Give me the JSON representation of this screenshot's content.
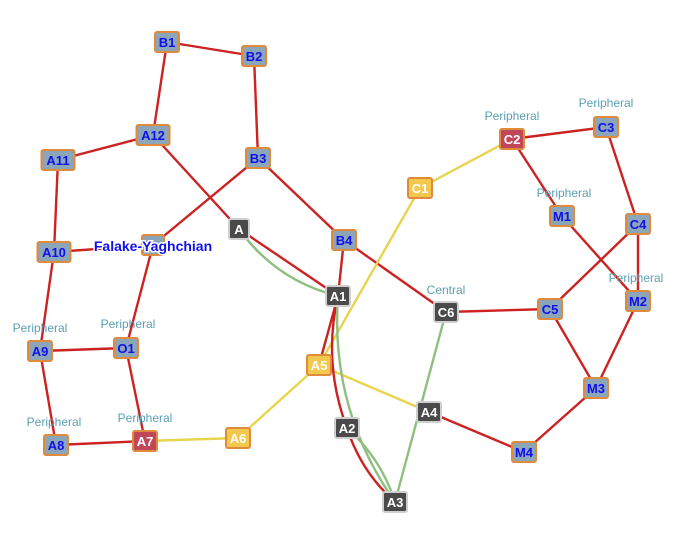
{
  "colors": {
    "red_edge": "#cc2222",
    "yellow_edge": "#e8d44d",
    "green_edge": "#8fbf7f",
    "blue_text": "#1010ee",
    "white_text": "#ffffff",
    "tag_text": "#5b9fb3",
    "orange_border": "#e08a3c"
  },
  "styles": {
    "blue": {
      "fill": "#8aa6b8",
      "stroke": "#e08a3c",
      "text": "#1010ee"
    },
    "yellow": {
      "fill": "#f2c94c",
      "stroke": "#e08a3c",
      "text": "#ffffff"
    },
    "red": {
      "fill": "#c0465a",
      "stroke": "#e08a3c",
      "text": "#ffffff"
    },
    "dark": {
      "fill": "#4a4a4a",
      "stroke": "#cfcfcf",
      "text": "#ffffff"
    }
  },
  "nodes": [
    {
      "id": "B1",
      "label": "B1",
      "style": "blue"
    },
    {
      "id": "B2",
      "label": "B2",
      "style": "blue"
    },
    {
      "id": "A12",
      "label": "A12",
      "style": "blue"
    },
    {
      "id": "A11",
      "label": "A11",
      "style": "blue"
    },
    {
      "id": "B3",
      "label": "B3",
      "style": "blue"
    },
    {
      "id": "A10",
      "label": "A10",
      "style": "blue"
    },
    {
      "id": "FY",
      "label": "",
      "style": "blue"
    },
    {
      "id": "A",
      "label": "A",
      "style": "dark"
    },
    {
      "id": "B4",
      "label": "B4",
      "style": "blue"
    },
    {
      "id": "A1",
      "label": "A1",
      "style": "dark"
    },
    {
      "id": "C1",
      "label": "C1",
      "style": "yellow"
    },
    {
      "id": "C2",
      "label": "C2",
      "style": "red",
      "tag": "Peripheral"
    },
    {
      "id": "C3",
      "label": "C3",
      "style": "blue",
      "tag": "Peripheral"
    },
    {
      "id": "M1",
      "label": "M1",
      "style": "blue",
      "tag": "Peripheral"
    },
    {
      "id": "C4",
      "label": "C4",
      "style": "blue"
    },
    {
      "id": "M2",
      "label": "M2",
      "style": "blue",
      "tag": "Peripheral"
    },
    {
      "id": "C6",
      "label": "C6",
      "style": "dark",
      "tag": "Central"
    },
    {
      "id": "C5",
      "label": "C5",
      "style": "blue"
    },
    {
      "id": "A9",
      "label": "A9",
      "style": "blue",
      "tag": "Peripheral"
    },
    {
      "id": "O1",
      "label": "O1",
      "style": "blue",
      "tag": "Peripheral"
    },
    {
      "id": "A5",
      "label": "A5",
      "style": "yellow"
    },
    {
      "id": "M3",
      "label": "M3",
      "style": "blue"
    },
    {
      "id": "A4",
      "label": "A4",
      "style": "dark"
    },
    {
      "id": "A2",
      "label": "A2",
      "style": "dark"
    },
    {
      "id": "A8",
      "label": "A8",
      "style": "blue",
      "tag": "Peripheral"
    },
    {
      "id": "A7",
      "label": "A7",
      "style": "red",
      "tag": "Peripheral"
    },
    {
      "id": "A6",
      "label": "A6",
      "style": "yellow"
    },
    {
      "id": "M4",
      "label": "M4",
      "style": "blue"
    },
    {
      "id": "A3",
      "label": "A3",
      "style": "dark"
    }
  ],
  "featured_label": "Falake-Yaghchian",
  "edges": [
    {
      "from": "B1",
      "to": "B2",
      "color": "red"
    },
    {
      "from": "B1",
      "to": "A12",
      "color": "red"
    },
    {
      "from": "B2",
      "to": "B3",
      "color": "red"
    },
    {
      "from": "A12",
      "to": "A11",
      "color": "red"
    },
    {
      "from": "A12",
      "to": "A",
      "color": "red"
    },
    {
      "from": "A",
      "to": "A1",
      "color": "red"
    },
    {
      "from": "A11",
      "to": "A10",
      "color": "red"
    },
    {
      "from": "A10",
      "to": "FY",
      "color": "red"
    },
    {
      "from": "A10",
      "to": "A9",
      "color": "red"
    },
    {
      "from": "B3",
      "to": "FY",
      "color": "red"
    },
    {
      "from": "B3",
      "to": "B4",
      "color": "red"
    },
    {
      "from": "FY",
      "to": "O1",
      "color": "red"
    },
    {
      "from": "B4",
      "to": "C6",
      "color": "red"
    },
    {
      "from": "B4",
      "to": "A1",
      "color": "red"
    },
    {
      "from": "A1",
      "to": "A5",
      "color": "red"
    },
    {
      "from": "A9",
      "to": "O1",
      "color": "red"
    },
    {
      "from": "A9",
      "to": "A8",
      "color": "red"
    },
    {
      "from": "O1",
      "to": "A7",
      "color": "red"
    },
    {
      "from": "A8",
      "to": "A7",
      "color": "red"
    },
    {
      "from": "C2",
      "to": "C3",
      "color": "red"
    },
    {
      "from": "C2",
      "to": "M1",
      "color": "red"
    },
    {
      "from": "C3",
      "to": "C4",
      "color": "red"
    },
    {
      "from": "C4",
      "to": "M2",
      "color": "red"
    },
    {
      "from": "C4",
      "to": "C5",
      "color": "red"
    },
    {
      "from": "M1",
      "to": "M2",
      "color": "red"
    },
    {
      "from": "M2",
      "to": "M3",
      "color": "red"
    },
    {
      "from": "C6",
      "to": "C5",
      "color": "red"
    },
    {
      "from": "C5",
      "to": "M3",
      "color": "red"
    },
    {
      "from": "M3",
      "to": "M4",
      "color": "red"
    },
    {
      "from": "A4",
      "to": "M4",
      "color": "red"
    },
    {
      "from": "C2",
      "to": "C1",
      "color": "yellow"
    },
    {
      "from": "C1",
      "to": "A5",
      "color": "yellow"
    },
    {
      "from": "A5",
      "to": "A6",
      "color": "yellow"
    },
    {
      "from": "A6",
      "to": "A7",
      "color": "yellow"
    },
    {
      "from": "A5",
      "to": "A4",
      "color": "yellow"
    },
    {
      "from": "C6",
      "to": "A3",
      "color": "green"
    }
  ],
  "curved_edges": [
    {
      "from": "A1",
      "to": "A2",
      "color": "red",
      "bend": 20
    },
    {
      "from": "A2",
      "to": "A3",
      "color": "red",
      "bend": 12
    },
    {
      "from": "A",
      "to": "A1",
      "color": "green",
      "bend": 22
    },
    {
      "from": "A1",
      "to": "A3",
      "color": "green",
      "bend": 38
    },
    {
      "from": "A2",
      "to": "A3",
      "color": "green",
      "bend": -12
    }
  ]
}
